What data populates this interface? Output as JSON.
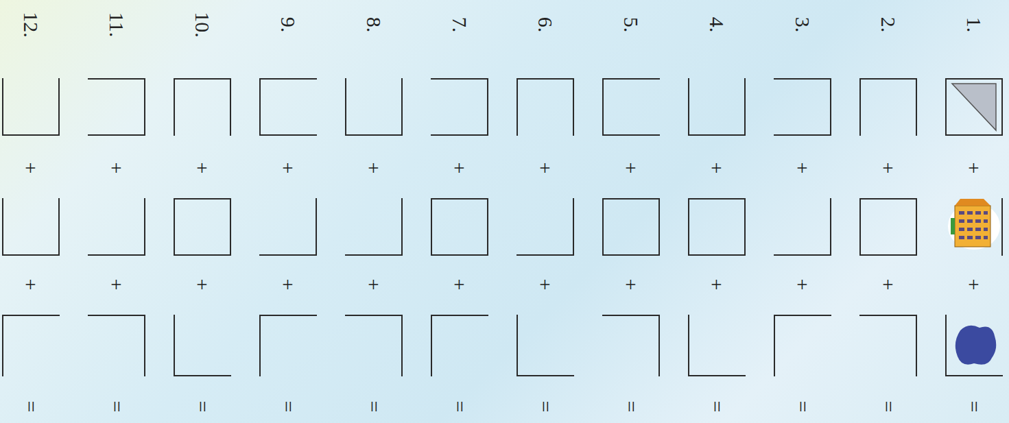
{
  "diagram": {
    "labels": [
      "1.",
      "+",
      "+",
      "=",
      "2.",
      "+",
      "+",
      "=",
      "3.",
      "+",
      "+",
      "=",
      "4.",
      "+",
      "+",
      "=",
      "5.",
      "+",
      "+",
      "=",
      "6.",
      "+",
      "+",
      "=",
      "7.",
      "+",
      "+",
      "=",
      "8.",
      "+",
      "+",
      "=",
      "9.",
      "+",
      "+",
      "=",
      "10.",
      "+",
      "+",
      "=",
      "11.",
      "+",
      "+",
      "=",
      "12.",
      "+",
      "+",
      "="
    ]
  }
}
